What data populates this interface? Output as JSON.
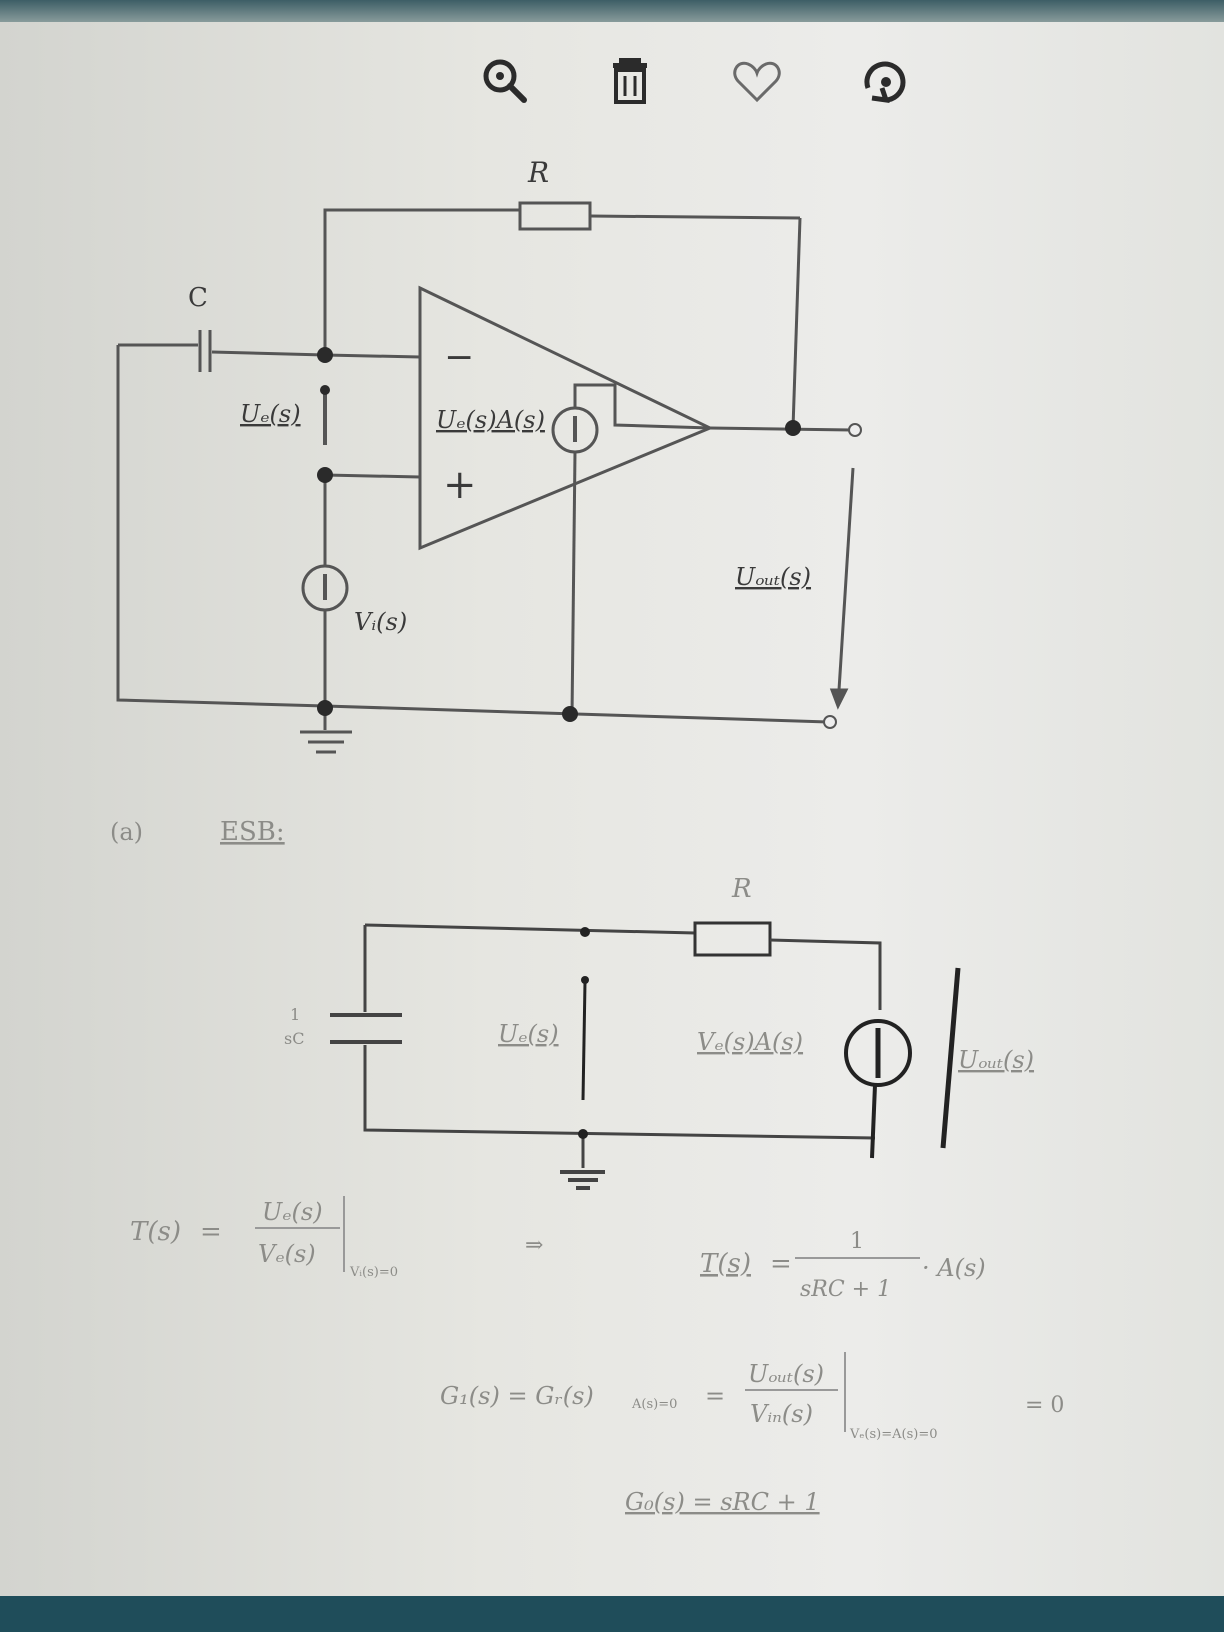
{
  "toolbar": {
    "icons": [
      "zoom-icon",
      "trash-icon",
      "heart-icon",
      "rotate-icon"
    ]
  },
  "circuit_a": {
    "R": "R",
    "C": "C",
    "minus": "−",
    "plus": "+",
    "Ud": "Uₑ(s)",
    "source": "Uₑ(s)A(s)",
    "Vi": "Vᵢ(s)",
    "Uout": "Uₒᵤₜ(s)"
  },
  "section": {
    "tag": "(a)",
    "title": "ESB:"
  },
  "circuit_b": {
    "R": "R",
    "cap_num": "1",
    "cap_den": "sC",
    "Ud": "Uₑ(s)",
    "source": "Vₑ(s)A(s)",
    "Uout": "Uₒᵤₜ(s)"
  },
  "eq1": {
    "lhs": "T(s)",
    "eq": "=",
    "num": "Uₑ(s)",
    "den": "Vₑ(s)",
    "cond": "Vᵢ(s)=0",
    "arrow": "⇒",
    "rhs_lhs": "T(s)",
    "rhs_eq": "=",
    "rhs_num": "1",
    "rhs_den": "sRC + 1",
    "rhs_tail": "· A(s)"
  },
  "eq2": {
    "lhs": "G₁(s) = Gᵣ(s)",
    "cond1": "A(s)=0",
    "eq": "=",
    "num": "Uₒᵤₜ(s)",
    "den": "Vᵢₙ(s)",
    "cond2": "Vₑ(s)=A(s)=0",
    "result": "= 0"
  },
  "eq3": {
    "text": "G₀(s) = sRC + 1"
  }
}
